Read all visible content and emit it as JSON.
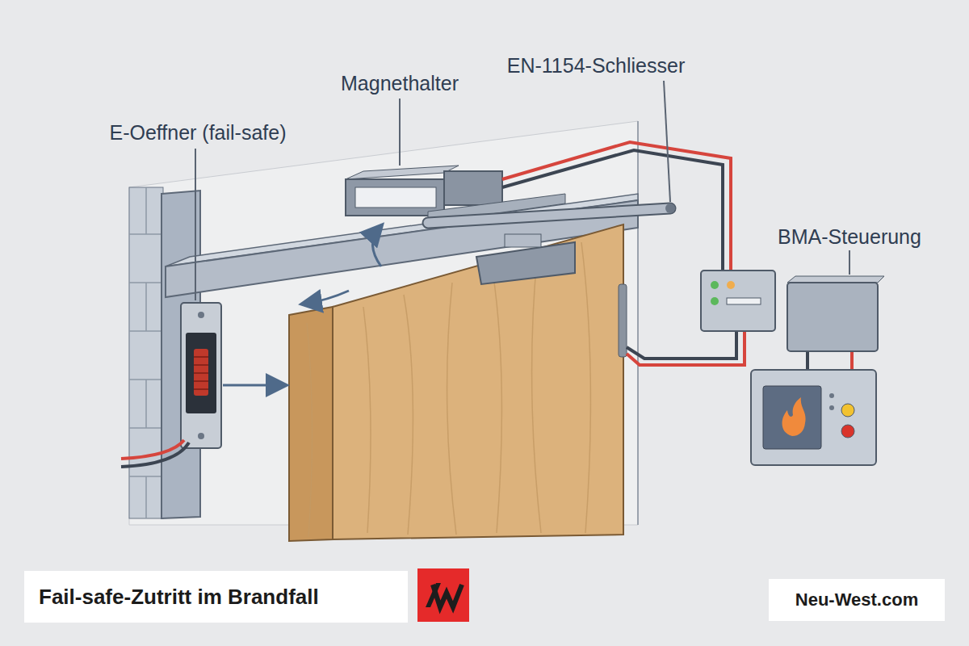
{
  "diagram": {
    "caption": "Fail-safe-Zutritt im Brandfall",
    "labels": [
      "E-Oeffner (fail-safe)",
      "Magnethalter",
      "EN-1154-Schliesser",
      "BMA-Steuerung",
      "Neu-West.com"
    ]
  }
}
